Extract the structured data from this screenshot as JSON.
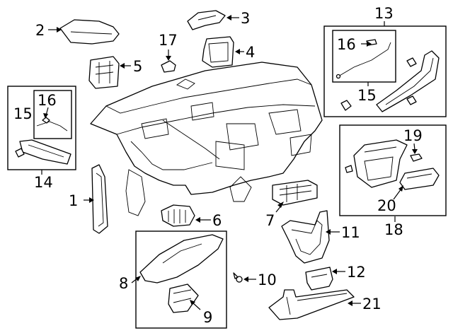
{
  "callouts": {
    "c1": "1",
    "c2": "2",
    "c3": "3",
    "c4": "4",
    "c5": "5",
    "c6": "6",
    "c7": "7",
    "c8": "8",
    "c9": "9",
    "c10": "10",
    "c11": "11",
    "c12": "12",
    "c13": "13",
    "c14": "14",
    "c15_left": "15",
    "c15_right": "15",
    "c16_left": "16",
    "c16_right": "16",
    "c17": "17",
    "c18": "18",
    "c19": "19",
    "c20": "20",
    "c21": "21"
  }
}
